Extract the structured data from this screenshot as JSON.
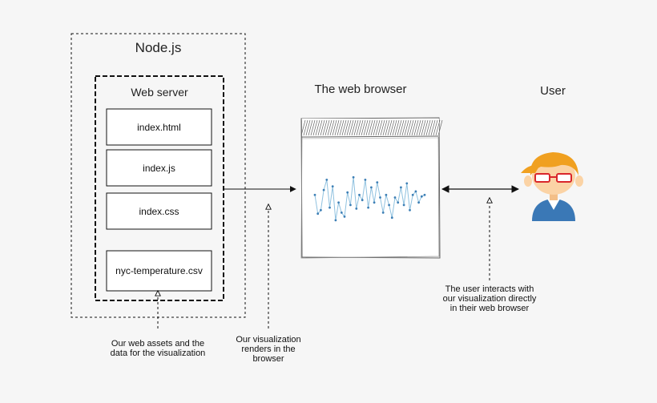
{
  "nodejs": {
    "title": "Node.js"
  },
  "web_server": {
    "title": "Web server",
    "files": [
      "index.html",
      "index.js",
      "index.css",
      "nyc-temperature.csv"
    ]
  },
  "browser": {
    "title": "The web browser"
  },
  "user": {
    "title": "User"
  },
  "notes": {
    "assets": "Our web assets and the data for the visualization",
    "renders": "Our visualization renders in the browser",
    "interacts": "The user interacts with our visualization directly in their web browser"
  },
  "icons": {
    "user": "user-avatar-icon",
    "chart": "sparkline-chart-icon"
  },
  "colors": {
    "background": "#f6f6f6",
    "line": "#111111",
    "chart_line": "#8fc1df",
    "chart_point": "#3d7fb5",
    "user_hair": "#f0a020",
    "user_skin": "#fbd3a5",
    "user_shirt": "#3a78b6",
    "glasses": "#d9262b"
  }
}
